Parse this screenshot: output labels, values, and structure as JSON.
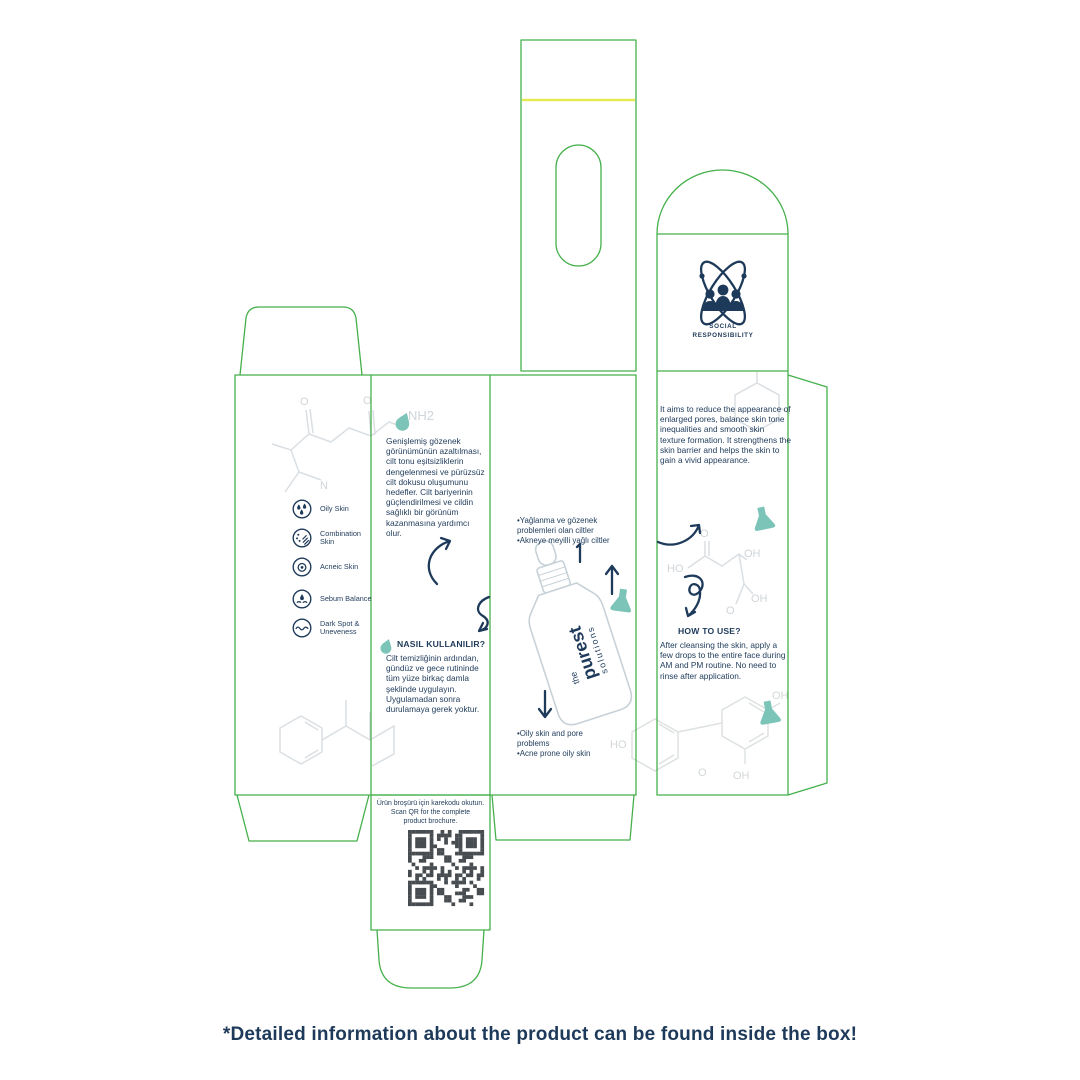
{
  "colors": {
    "dieline_green": "#45b04b",
    "navy": "#1e3a5a",
    "teal": "#7cc4b8",
    "decoration_gray": "#dadfe3",
    "accent_yellow": "#e4ea52"
  },
  "footer_note": "*Detailed information about the product can be found inside the box!",
  "social_flap": {
    "label_line1": "SOCIAL",
    "label_line2": "RESPONSIBILITY"
  },
  "skin_types": {
    "items": [
      {
        "label": "Oily Skin"
      },
      {
        "label": "Combination Skin"
      },
      {
        "label": "Acneic Skin"
      },
      {
        "label": "Sebum Balance"
      },
      {
        "label": "Dark Spot & Uneveness"
      }
    ]
  },
  "turkish_panel": {
    "description": "Genişlemiş gözenek görünümünün azaltılması, cilt tonu eşitsizliklerin dengelenmesi ve pürüzsüz cilt dokusu oluşumunu hedefler. Cilt bariyerinin güçlendirilmesi ve cildin sağlıklı bir görünüm kazanmasına yardımcı olur.",
    "usage_title": "NASIL KULLANILIR?",
    "usage_text": "Cilt temizliğinin ardından, gündüz ve gece rutininde tüm yüze birkaç damla şeklinde uygulayın. Uygulamadan sonra durulamaya gerek yoktur."
  },
  "center_panel": {
    "audience_tr": [
      "•Yağlanma ve gözenek",
      "problemleri olan ciltler",
      "•Akneye meyilli yağlı ciltler"
    ],
    "audience_en": [
      "•Oily skin and pore",
      "problems",
      "•Acne prone oily skin"
    ],
    "bottle_brand": {
      "the": "the",
      "purest": "purest",
      "solutions": "solutions"
    }
  },
  "english_panel": {
    "description": "It aims to reduce the appearance of enlarged pores, balance skin tone inequalities and smooth skin texture formation. It strengthens the skin barrier and helps the skin to gain a vivid appearance.",
    "usage_title": "HOW TO USE?",
    "usage_text": "After cleansing the skin, apply a few drops to the entire face during AM and PM routine. No need to rinse after application."
  },
  "qr_flap": {
    "caption_tr": "Ürün broşürü için karekodu okutun.",
    "caption_en": "Scan QR for the complete product brochure."
  },
  "chem_labels": {
    "a_o1": "O",
    "a_o2": "O",
    "a_nh2": "NH2",
    "a_n": "N",
    "d_ho": "HO",
    "d_o1": "O",
    "d_oh1": "OH",
    "d_o2": "O",
    "d_oh2": "OH",
    "e_ho": "HO",
    "e_o": "O",
    "e_oh1": "OH",
    "e_oh2": "OH"
  }
}
